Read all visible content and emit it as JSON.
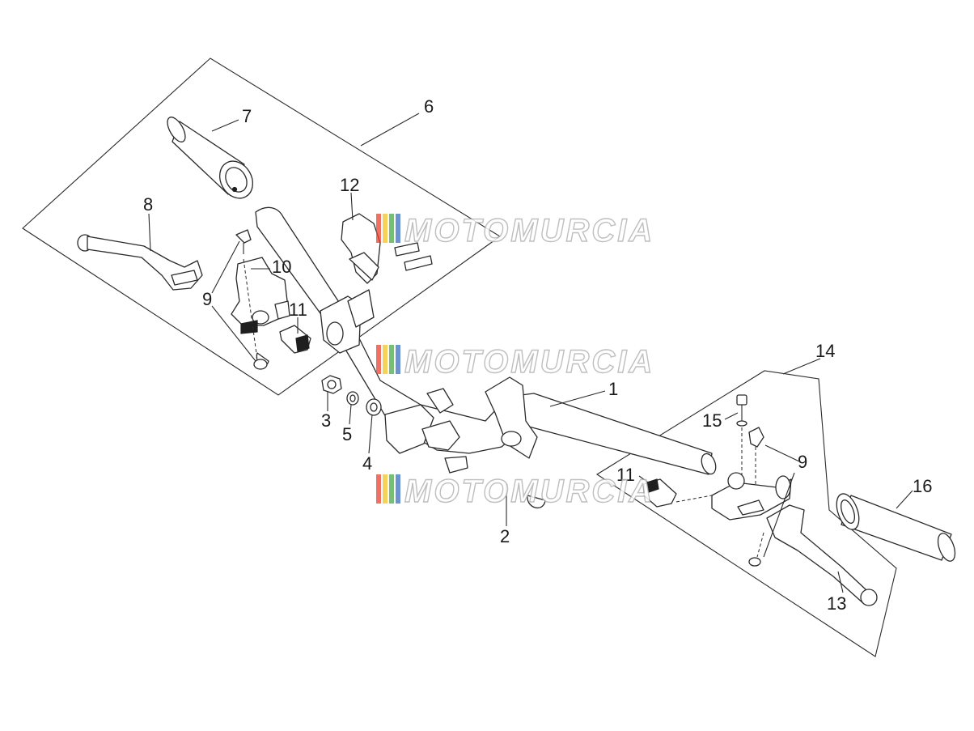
{
  "diagram": {
    "callouts": {
      "c1": "1",
      "c2": "2",
      "c3": "3",
      "c4": "4",
      "c5": "5",
      "c6": "6",
      "c7": "7",
      "c8": "8",
      "c9_left": "9",
      "c9_right": "9",
      "c10": "10",
      "c11_left": "11",
      "c11_right": "11",
      "c12": "12",
      "c13": "13",
      "c14": "14",
      "c15": "15",
      "c16": "16"
    },
    "watermark": {
      "text": "MOTOMURCIA",
      "stripe_colors": [
        "#e8412c",
        "#f3c420",
        "#4aa84a",
        "#3a6fc4"
      ]
    }
  }
}
